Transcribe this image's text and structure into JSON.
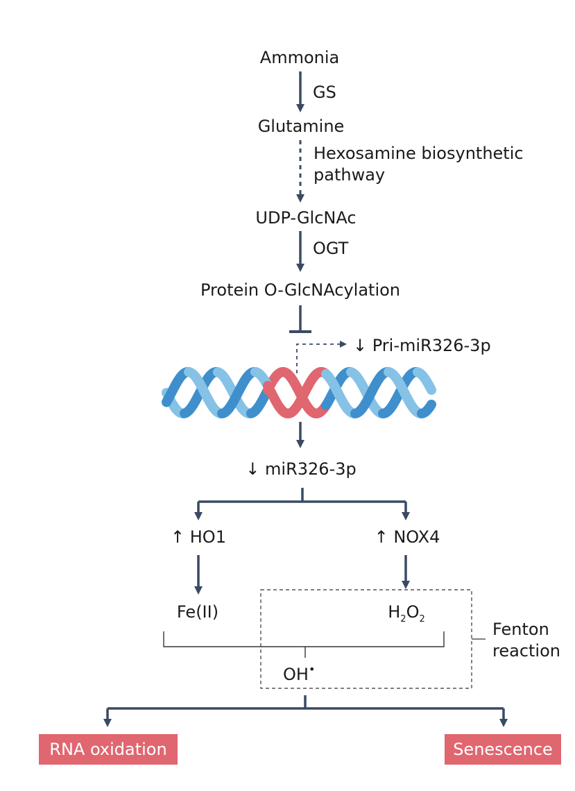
{
  "nodes": {
    "ammonia": "Ammonia",
    "gs": "GS",
    "glutamine": "Glutamine",
    "hbp_line1": "Hexosamine biosynthetic",
    "hbp_line2": "pathway",
    "udp_glcnac": "UDP-GlcNAc",
    "ogt": "OGT",
    "protein_oglcnacylation": "Protein O-GlcNAcylation",
    "pri_mir": "↓ Pri-miR326-3p",
    "mir": "↓ miR326-3p",
    "ho1": "↑ HO1",
    "nox4": "↑ NOX4",
    "fe": "Fe(II)",
    "h2o2_h": "H",
    "h2o2_sub1": "2",
    "h2o2_o": "O",
    "h2o2_sub2": "2",
    "fenton_line1": "Fenton",
    "fenton_line2": "reaction",
    "oh": "OH",
    "oh_dot": "•",
    "rna_oxidation": "RNA oxidation",
    "senescence": "Senescence"
  },
  "colors": {
    "arrow": "#3a4a63",
    "dna_light": "#86c2e6",
    "dna_dark": "#3f8fcc",
    "dna_highlight": "#e06670",
    "outcome_box": "#e06670",
    "text": "#1a1a1a"
  }
}
